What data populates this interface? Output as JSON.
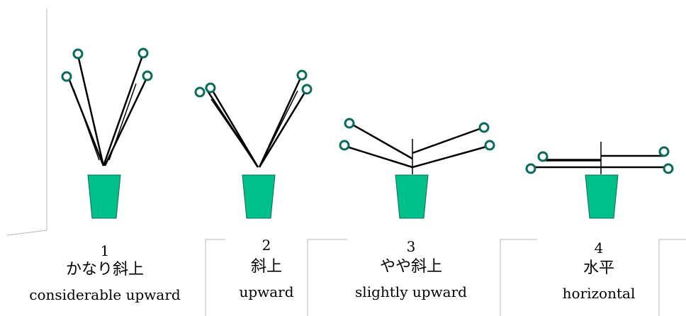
{
  "figure": {
    "items": [
      {
        "number": "1",
        "japanese": "かなり斜上",
        "english": "considerable upward"
      },
      {
        "number": "2",
        "japanese": "斜上",
        "english": "upward"
      },
      {
        "number": "3",
        "japanese": "やや斜上",
        "english": "slightly upward"
      },
      {
        "number": "4",
        "japanese": "水平",
        "english": "horizontal"
      }
    ],
    "colors": {
      "pot": "#00c08a",
      "ring": "#0b6b5a",
      "stroke": "#000000"
    }
  }
}
